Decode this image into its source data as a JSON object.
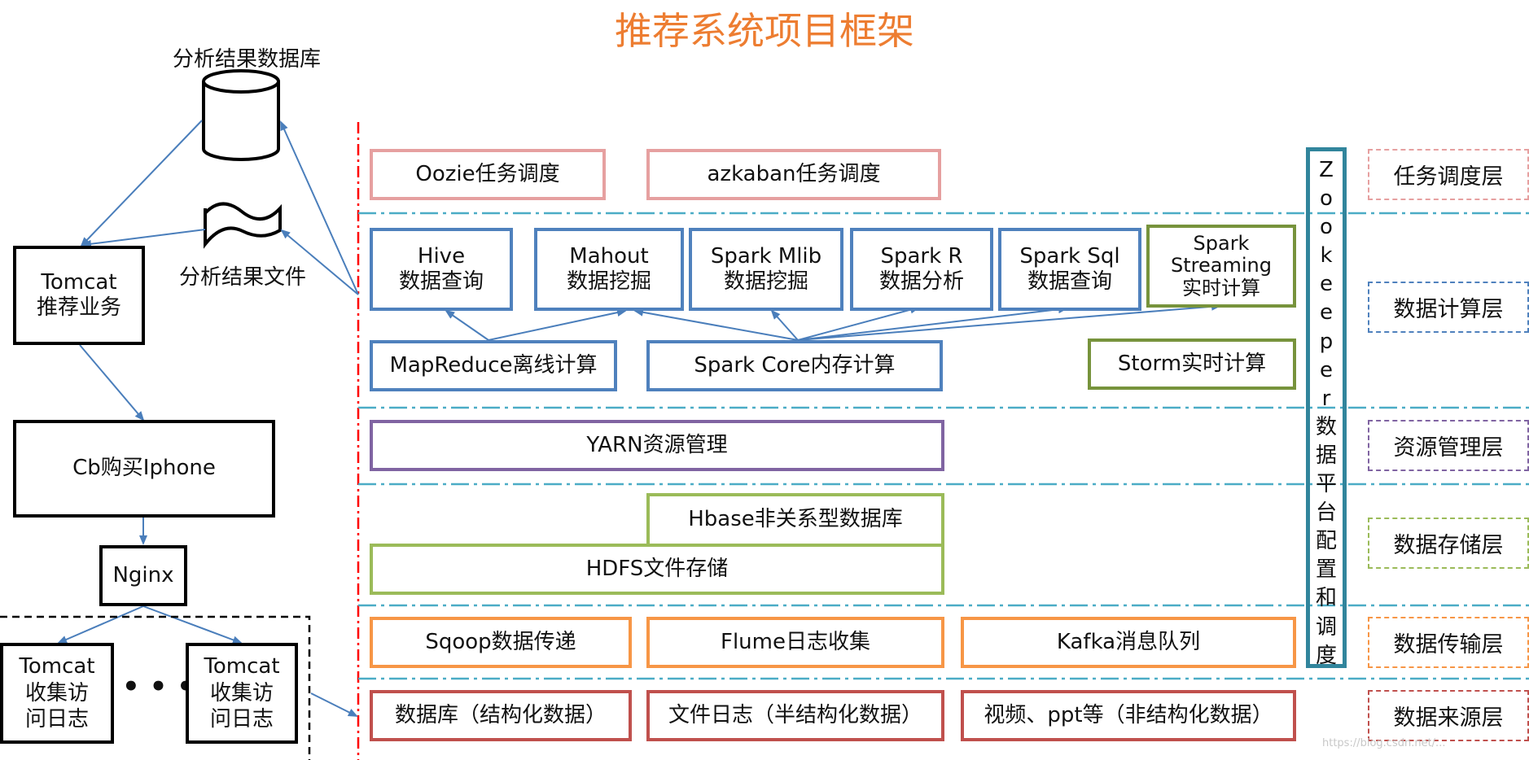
{
  "title": "推荐系统项目框架",
  "left": {
    "db_label": "分析结果数据库",
    "file_label": "分析结果文件",
    "tomcat_rec": "Tomcat\n推荐业务",
    "buy": "Cb购买Iphone",
    "nginx": "Nginx",
    "tomcat_log_1": "Tomcat\n收集访\n问日志",
    "tomcat_log_2": "Tomcat\n收集访\n问日志",
    "dots": "• • •"
  },
  "schedule": {
    "oozie": "Oozie任务调度",
    "azkaban": "azkaban任务调度"
  },
  "compute": {
    "hive": "Hive\n数据查询",
    "mahout": "Mahout\n数据挖掘",
    "mlib": "Spark Mlib\n数据挖掘",
    "sparkr": "Spark R\n数据分析",
    "sparksql": "Spark Sql\n数据查询",
    "streaming": "Spark\nStreaming\n实时计算",
    "mapreduce": "MapReduce离线计算",
    "sparkcore": "Spark Core内存计算",
    "storm": "Storm实时计算"
  },
  "resource": {
    "yarn": "YARN资源管理"
  },
  "storage": {
    "hbase": "Hbase非关系型数据库",
    "hdfs": "HDFS文件存储"
  },
  "transfer": {
    "sqoop": "Sqoop数据传递",
    "flume": "Flume日志收集",
    "kafka": "Kafka消息队列"
  },
  "source": {
    "db": "数据库（结构化数据）",
    "log": "文件日志（半结构化数据）",
    "video": "视频、ppt等（非结构化数据）"
  },
  "zookeeper_chars": [
    "Z",
    "o",
    "o",
    "k",
    "e",
    "e",
    "p",
    "e",
    "r",
    "数",
    "据",
    "平",
    "台",
    "配",
    "置",
    "和",
    "调",
    "度"
  ],
  "layers": {
    "schedule": "任务调度层",
    "compute": "数据计算层",
    "resource": "资源管理层",
    "storage": "数据存储层",
    "transfer": "数据传输层",
    "source": "数据来源层"
  },
  "watermark": "https://blog.csdn.net/...",
  "colors": {
    "title": "#ed7d31",
    "schedule": "#e6a0a0",
    "compute": "#4f81bd",
    "streaming": "#77933c",
    "resource": "#8064a2",
    "storage": "#9bbb59",
    "transfer": "#f79646",
    "source": "#c0504d",
    "zookeeper": "#31859c",
    "separator": "#4bacc6",
    "redline": "#ff0000",
    "arrow": "#4a7ebb"
  }
}
